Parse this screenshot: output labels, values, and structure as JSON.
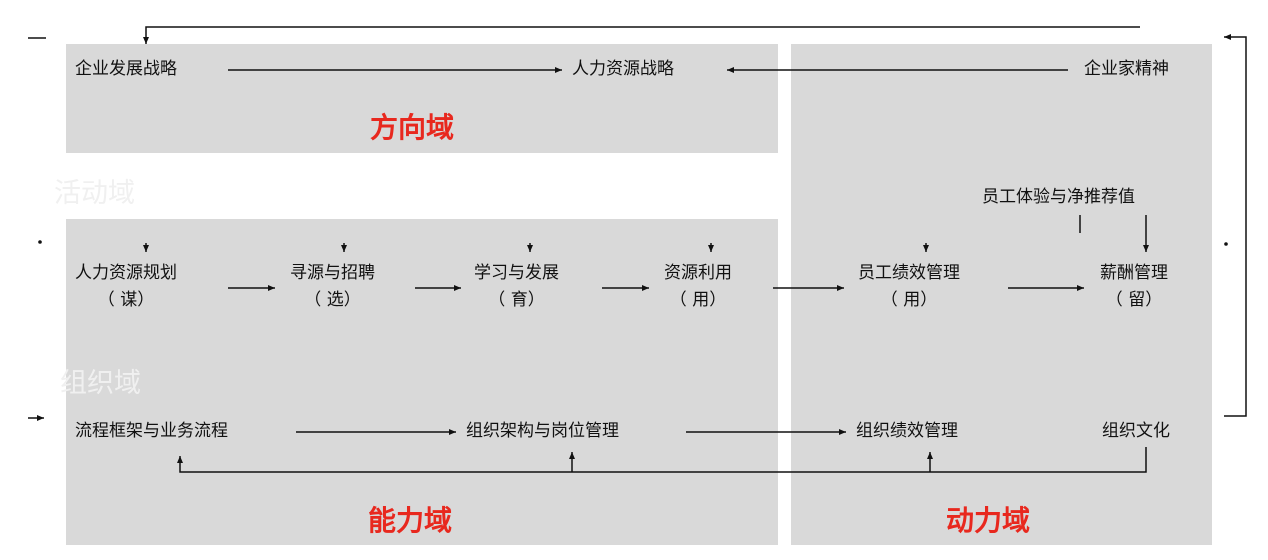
{
  "colors": {
    "region_fill": "#d9d9d9",
    "domain_label": "#e8281e",
    "text": "#111111",
    "line": "#111111"
  },
  "domains": {
    "direction": "方向域",
    "capability": "能力域",
    "power": "动力域",
    "ghost_activity": "活动域",
    "ghost_org": "组织域"
  },
  "nodes": {
    "enterprise_strategy": "企业发展战略",
    "hr_strategy": "人力资源战略",
    "entrepreneurship": "企业家精神",
    "employee_experience": "员工体验与净推荐值",
    "hr_planning": "人力资源规划",
    "hr_planning_sub": "（ 谋）",
    "sourcing": "寻源与招聘",
    "sourcing_sub": "（ 选）",
    "learning": "学习与发展",
    "learning_sub": "（ 育）",
    "utilization": "资源利用",
    "utilization_sub": "（ 用）",
    "performance_mgmt": "员工绩效管理",
    "performance_mgmt_sub": "（ 用）",
    "compensation": "薪酬管理",
    "compensation_sub": "（ 留）",
    "process_framework": "流程框架与业务流程",
    "org_structure": "组织架构与岗位管理",
    "org_performance": "组织绩效管理",
    "org_culture": "组织文化"
  }
}
